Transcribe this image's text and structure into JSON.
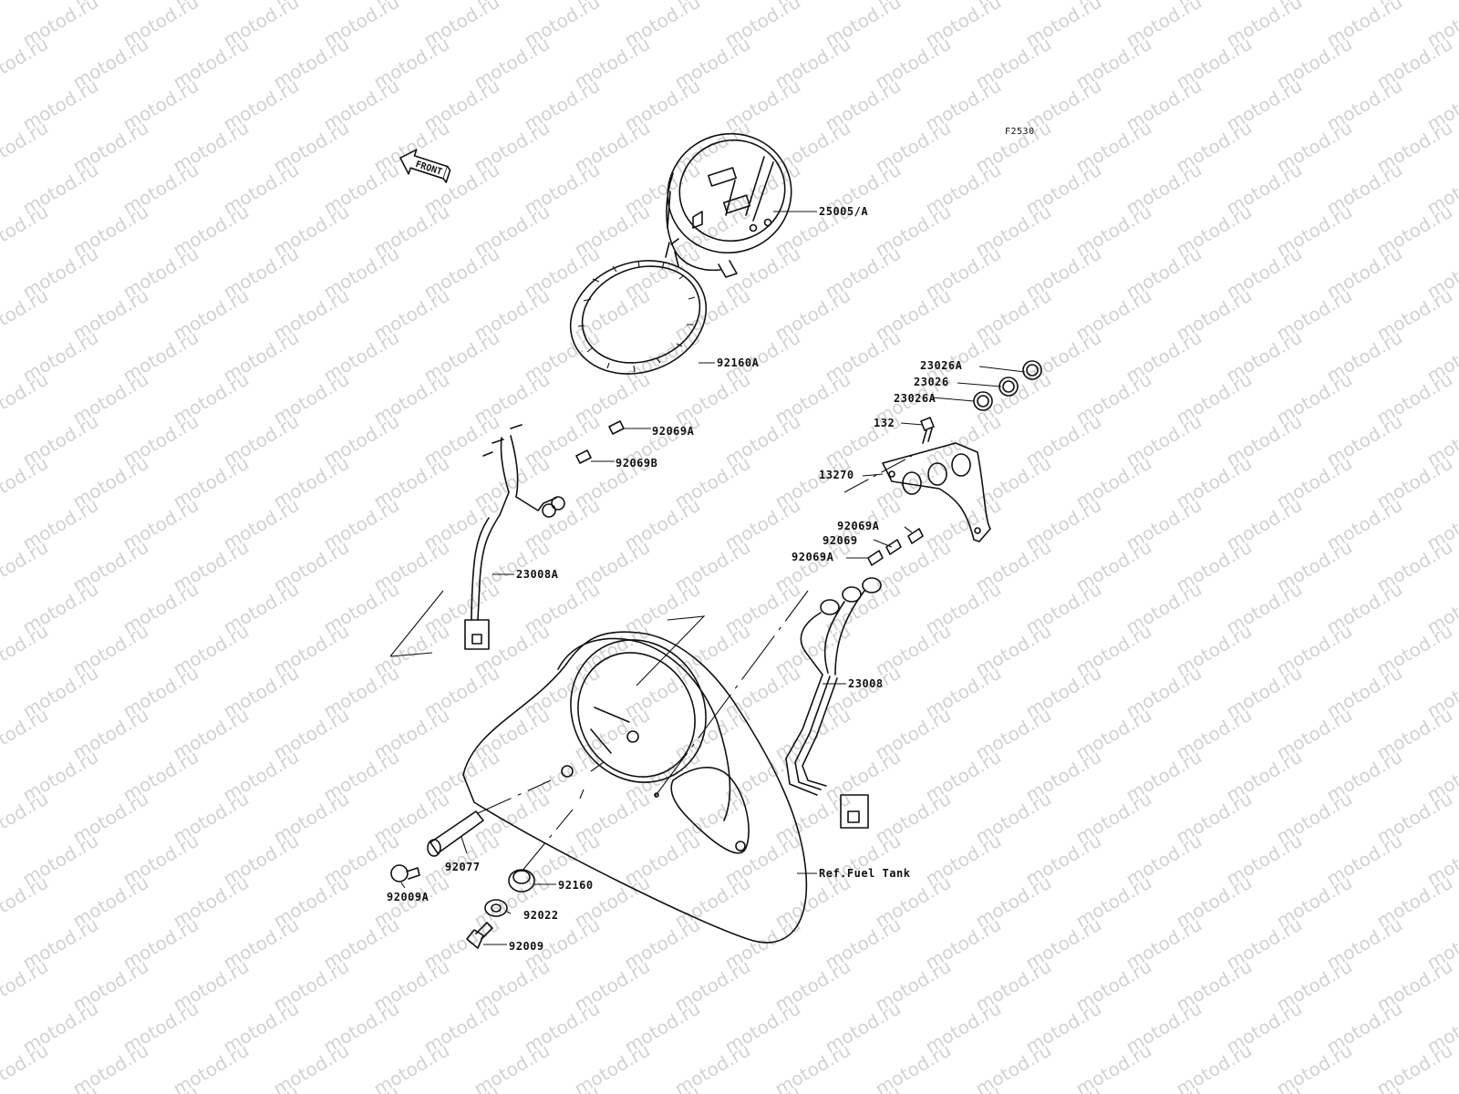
{
  "figure_code": "F2530",
  "front_arrow": "FRONT",
  "watermark": "motod.ru",
  "parts": [
    {
      "id": "p25005",
      "label": "25005/A"
    },
    {
      "id": "p92160A",
      "label": "92160A"
    },
    {
      "id": "p23026A_1",
      "label": "23026A"
    },
    {
      "id": "p23026",
      "label": "23026"
    },
    {
      "id": "p23026A_2",
      "label": "23026A"
    },
    {
      "id": "p132",
      "label": "132"
    },
    {
      "id": "p92069A_1",
      "label": "92069A"
    },
    {
      "id": "p92069B",
      "label": "92069B"
    },
    {
      "id": "p13270",
      "label": "13270"
    },
    {
      "id": "p92069A_2",
      "label": "92069A"
    },
    {
      "id": "p92069",
      "label": "92069"
    },
    {
      "id": "p92069A_3",
      "label": "92069A"
    },
    {
      "id": "p23008A",
      "label": "23008A"
    },
    {
      "id": "p23008",
      "label": "23008"
    },
    {
      "id": "p92077",
      "label": "92077"
    },
    {
      "id": "p92009A",
      "label": "92009A"
    },
    {
      "id": "p92160",
      "label": "92160"
    },
    {
      "id": "pRef",
      "label": "Ref.Fuel Tank"
    },
    {
      "id": "p92022",
      "label": "92022"
    },
    {
      "id": "p92009",
      "label": "92009"
    }
  ]
}
